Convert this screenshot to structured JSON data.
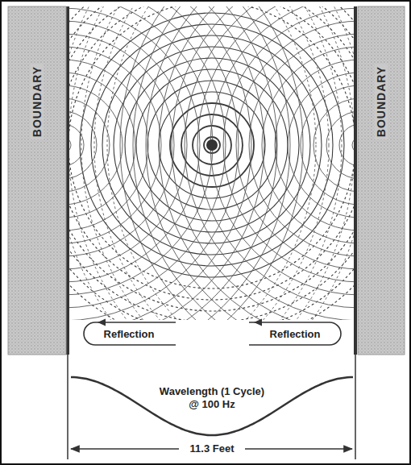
{
  "diagram": {
    "nodes": [
      {
        "text": [
          "BOUNDARY"
        ]
      },
      {
        "text": [
          "BOUNDARY"
        ]
      },
      {
        "text": [
          "Reflection"
        ]
      },
      {
        "text": [
          "Reflection"
        ]
      }
    ],
    "labels": [
      "Wavelength (1 Cycle) @ 100 Hz",
      "11.3 Feet"
    ]
  }
}
